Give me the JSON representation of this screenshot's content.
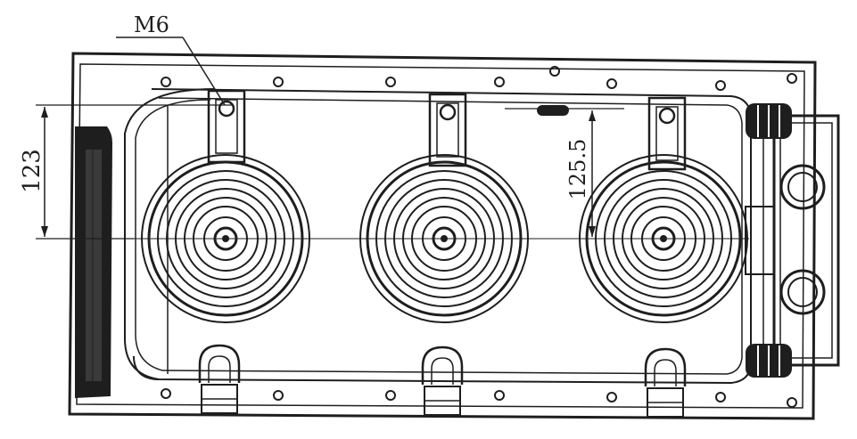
{
  "drawing": {
    "label_thread": "M6",
    "dim_left": "123",
    "dim_right": "125.5",
    "colors": {
      "ink": "#1e1e1e",
      "paper": "#ffffff"
    }
  }
}
